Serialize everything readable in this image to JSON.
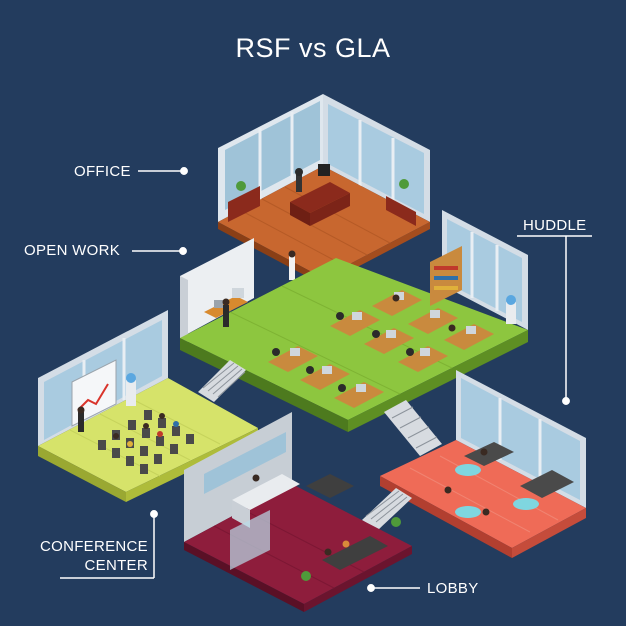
{
  "title": "RSF vs GLA",
  "labels": {
    "office": "OFFICE",
    "open_work": "OPEN WORK",
    "huddle": "HUDDLE",
    "conference_line1": "CONFERENCE",
    "conference_line2": "CENTER",
    "lobby": "LOBBY"
  },
  "colors": {
    "background": "#233c5e",
    "office_floor": "#c8672f",
    "open_work_floor": "#8dc63f",
    "conference_floor": "#d6e36a",
    "huddle_floor": "#ef6b57",
    "lobby_floor": "#8e1d3c"
  }
}
